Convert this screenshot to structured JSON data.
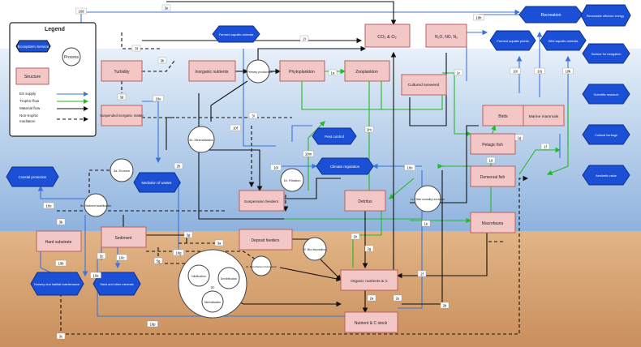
{
  "legend": {
    "title": "Legend",
    "ecosystem_service": "Ecosystem Service",
    "process": "Process",
    "structure": "Structure",
    "lines": [
      "ES supply",
      "Trophic flow",
      "Material flow",
      "Non-trophic",
      "mediation"
    ]
  },
  "colors": {
    "sky": "#cfe0f2",
    "sea_top": "#dfeaf5",
    "sea": "#a9c6e6",
    "sediment": "#d9a97a",
    "structure_fill": "#f4c7c7",
    "structure_stroke": "#b86060",
    "service_fill": "#1b4fd6",
    "es_supply": "#3b73e0",
    "trophic": "#22bb22",
    "material": "#111111"
  },
  "services": {
    "recreation": "Recreation",
    "renewable": "Renewable offshore energy",
    "farmed_animals": "Farmed aquatic animals",
    "farmed_plants": "Farmed aquatic plants",
    "wild_animals": "Wild aquatic animals",
    "surface_nav": "Surface for navigation",
    "scientific": "Scientific research",
    "cultural": "Cultural heritage",
    "aesthetic": "Aesthetic value",
    "pest_control": "Pest control",
    "climate": "Climate regulation",
    "coastal": "Coastal protection",
    "waste": "Mediation of wastes",
    "nursery": "Nursery and habitat maintenance",
    "sand": "Sand and other minerals"
  },
  "structures": {
    "turbidity": "Turbidity",
    "inorganic_nutrients": "Inorganic nutrients",
    "phytoplankton": "Phytoplankton",
    "zooplankton": "Zooplankton",
    "co2": "CO₂ & O₂",
    "n2o": "N₂O, NO, N₂",
    "cultured_seaweed": "Cultured seaweed",
    "suspended_matter": "Suspended inorganic matter",
    "birds": "Birds",
    "marine_mammals": "Marine mammals",
    "pelagic_fish": "Pelagic fish",
    "demersal_fish": "Demersal fish",
    "macrofauna": "Macrofauna",
    "suspension_feeders": "Suspension feeders",
    "detritus": "Detritus",
    "hard_substrate": "Hard substrate",
    "sediment": "Sediment",
    "deposit_feeders": "Deposit feeders",
    "organic_nutrients": "Organic nutrients & C",
    "nutrient_stock": "Nutrient & C stock"
  },
  "processes": {
    "primary_production": "2. Primary production",
    "mineralisation": "2b. Mineralisation",
    "filtration": "1b. Filtration",
    "erosion": "3a. Erosion",
    "sediment_stabilisation": "3b. Sediment stabilisation",
    "other_mortality": "1c. Other mortality/ excretion",
    "bio_deposition": "2f. Bio deposition",
    "bioturbation": "2d. Bioturbation/ bioirrigation",
    "nitrification": "Nitrification",
    "denitrification": "Denitrification",
    "mineralisation_small": "Mineralisation",
    "label_2c": "2c"
  },
  "edge_labels": [
    "10d",
    "3e",
    "3f",
    "2i",
    "3h",
    "1a",
    "1c",
    "10h",
    "10i",
    "10j",
    "10k",
    "3d",
    "10e",
    "10f",
    "3i",
    "2m",
    "10m",
    "1d",
    "1g",
    "1f",
    "2h",
    "10l",
    "10n",
    "10o",
    "1e",
    "3b",
    "10c",
    "3c",
    "3g",
    "3a",
    "10b",
    "10a",
    "1h",
    "2e",
    "10g",
    "5g",
    "2g",
    "2a",
    "2b",
    "2f",
    "10p",
    "3c"
  ]
}
